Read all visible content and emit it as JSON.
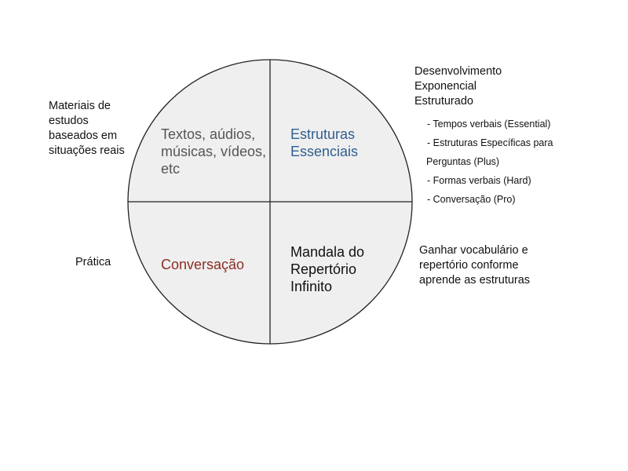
{
  "colors": {
    "fill": "#efefef",
    "stroke": "#222222",
    "gray_text": "#555555",
    "blue_text": "#2f5f8f",
    "red_text": "#8a2f24"
  },
  "quadrants": {
    "top_left": "Textos, aúdios, músicas, vídeos, etc",
    "top_right": "Estruturas Essenciais",
    "bottom_left": "Conversação",
    "bottom_right": "Mandala do Repertório Infinito"
  },
  "labels": {
    "left_top": "Materiais de estudos baseados em situações reais",
    "left_bottom": "Prática",
    "right_top_title": "Desenvolvimento Exponencial Estruturado",
    "right_top_items": [
      "- Tempos verbais (Essential)",
      "- Estruturas Específicas para",
      "Perguntas (Plus)",
      "- Formas verbais (Hard)",
      "- Conversação (Pro)"
    ],
    "right_bottom": "Ganhar vocabulário e repertório conforme aprende as estruturas"
  }
}
